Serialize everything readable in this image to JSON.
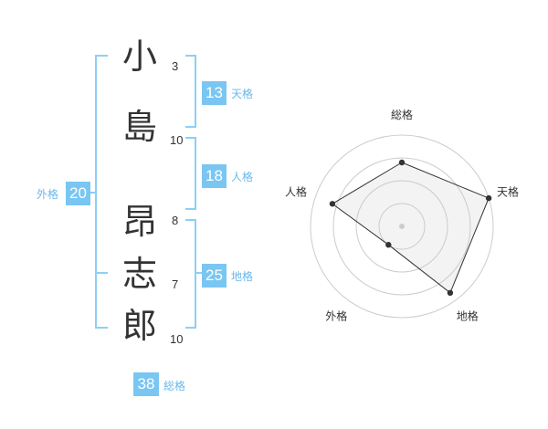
{
  "name": {
    "chars": [
      {
        "char": "小",
        "strokes": "3"
      },
      {
        "char": "島",
        "strokes": "10"
      },
      {
        "char": "昂",
        "strokes": "8"
      },
      {
        "char": "志",
        "strokes": "7"
      },
      {
        "char": "郎",
        "strokes": "10"
      }
    ]
  },
  "fortunes": {
    "tenkaku": {
      "value": "13",
      "label": "天格"
    },
    "jinkaku": {
      "value": "18",
      "label": "人格"
    },
    "chikaku": {
      "value": "25",
      "label": "地格"
    },
    "gaikaku": {
      "value": "20",
      "label": "外格"
    },
    "soukaku": {
      "value": "38",
      "label": "総格"
    }
  },
  "colors": {
    "accent": "#7ac6f3",
    "bracket": "#8ccff5",
    "text": "#333333"
  },
  "chart_data": {
    "type": "radar",
    "axes": [
      "総格",
      "天格",
      "地格",
      "外格",
      "人格"
    ],
    "values": [
      0.7,
      1.0,
      0.9,
      0.25,
      0.8
    ],
    "max": 1.0,
    "rings": 4
  }
}
